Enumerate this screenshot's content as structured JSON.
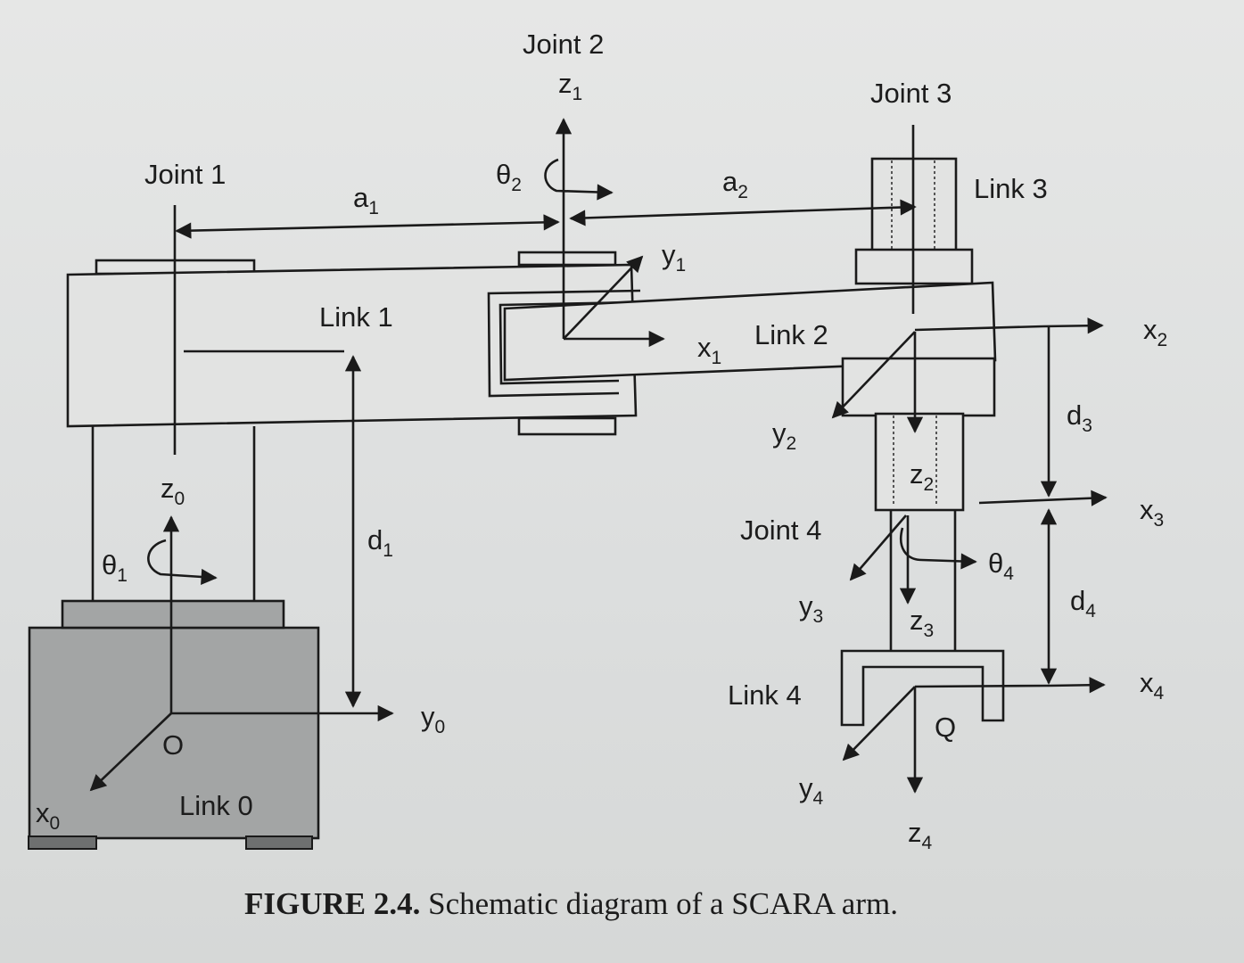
{
  "labels": {
    "joint1": "Joint 1",
    "joint2": "Joint 2",
    "joint3": "Joint 3",
    "joint4": "Joint 4",
    "link0": "Link 0",
    "link1": "Link 1",
    "link2": "Link 2",
    "link3": "Link 3",
    "link4": "Link 4",
    "origin": "O",
    "point_q": "Q"
  },
  "symbols": {
    "a1": {
      "base": "a",
      "sub": "1"
    },
    "a2": {
      "base": "a",
      "sub": "2"
    },
    "d1": {
      "base": "d",
      "sub": "1"
    },
    "d3": {
      "base": "d",
      "sub": "3"
    },
    "d4": {
      "base": "d",
      "sub": "4"
    },
    "theta1": {
      "base": "θ",
      "sub": "1"
    },
    "theta2": {
      "base": "θ",
      "sub": "2"
    },
    "theta4": {
      "base": "θ",
      "sub": "4"
    },
    "x0": {
      "base": "x",
      "sub": "0"
    },
    "y0": {
      "base": "y",
      "sub": "0"
    },
    "z0": {
      "base": "z",
      "sub": "0"
    },
    "x1": {
      "base": "x",
      "sub": "1"
    },
    "y1": {
      "base": "y",
      "sub": "1"
    },
    "z1": {
      "base": "z",
      "sub": "1"
    },
    "x2": {
      "base": "x",
      "sub": "2"
    },
    "y2": {
      "base": "y",
      "sub": "2"
    },
    "z2": {
      "base": "z",
      "sub": "2"
    },
    "x3": {
      "base": "x",
      "sub": "3"
    },
    "y3": {
      "base": "y",
      "sub": "3"
    },
    "z3": {
      "base": "z",
      "sub": "3"
    },
    "x4": {
      "base": "x",
      "sub": "4"
    },
    "y4": {
      "base": "y",
      "sub": "4"
    },
    "z4": {
      "base": "z",
      "sub": "4"
    }
  },
  "caption": {
    "number": "FIGURE 2.4.",
    "text": "Schematic diagram of a SCARA arm."
  }
}
